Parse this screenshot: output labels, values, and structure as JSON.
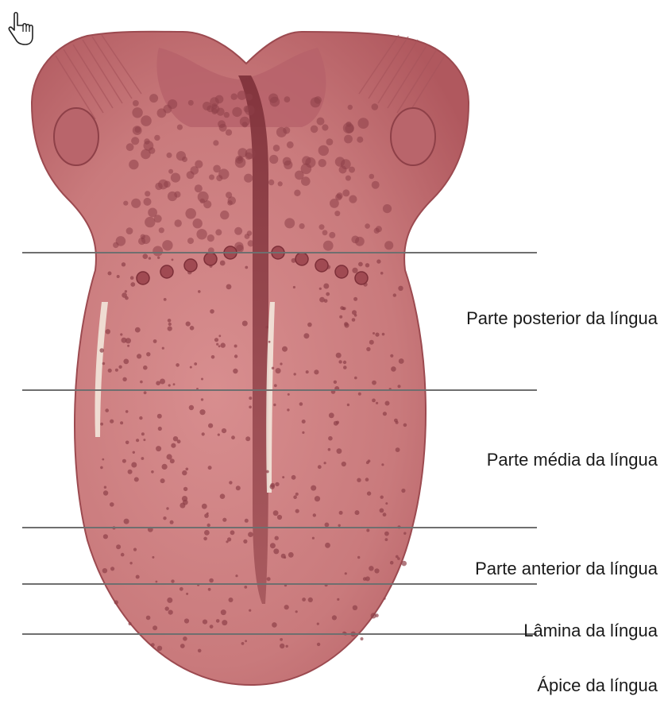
{
  "diagram": {
    "colors": {
      "tongue": "#c9777a",
      "tongue_dark": "#9c4a50",
      "tongue_light": "#dc9c9c",
      "groove": "#8c3b43",
      "papillae": "#8e4048",
      "divider": "#6f6f6f",
      "highlight": "#f4ece0"
    },
    "labels": [
      {
        "id": "posterior",
        "text": "Parte posterior da língua"
      },
      {
        "id": "middle",
        "text": "Parte média da língua"
      },
      {
        "id": "anterior",
        "text": "Parte anterior da língua"
      },
      {
        "id": "blade",
        "text": "Lâmina da língua"
      },
      {
        "id": "apex",
        "text": "Ápice da língua"
      }
    ],
    "cursor_icon": "hand-pointer-icon"
  }
}
